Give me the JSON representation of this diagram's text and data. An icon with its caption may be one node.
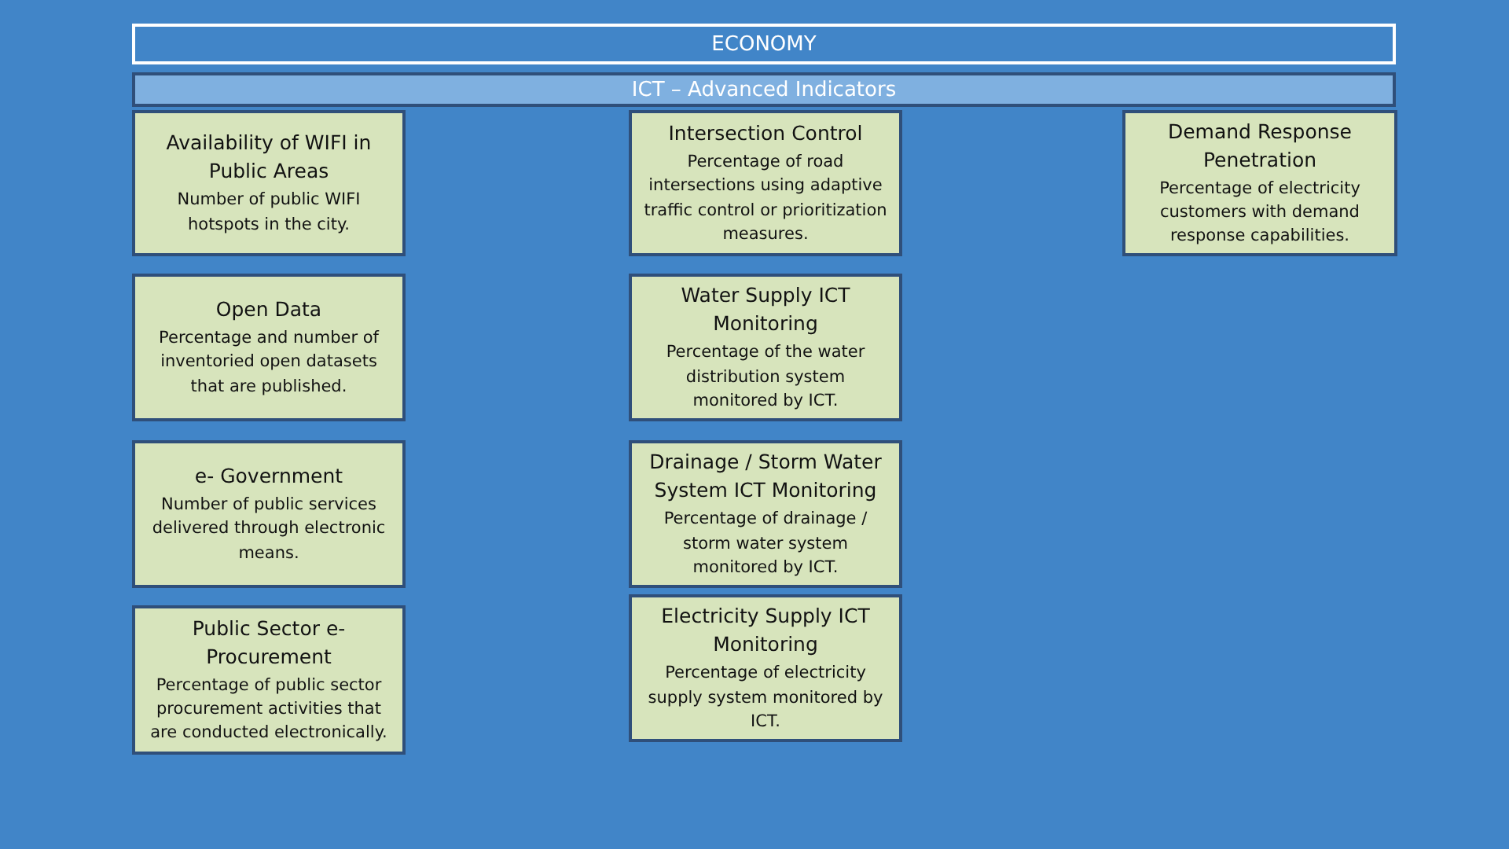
{
  "diagram": {
    "nodes": [
      {
        "text": [
          "ECONOMY"
        ]
      },
      {
        "text": [
          "ICT – Advanced Indicators"
        ]
      },
      {
        "text": [
          "Availability of WIFI in Public Areas",
          "Number of public WIFI hotspots in the city."
        ]
      },
      {
        "text": [
          "Intersection Control",
          "Percentage of road intersections using adaptive traffic control or prioritization measures."
        ]
      },
      {
        "text": [
          "Demand Response Penetration",
          "Percentage of electricity customers with demand response capabilities."
        ]
      },
      {
        "text": [
          "Open Data",
          "Percentage and number of inventoried open datasets that are published."
        ]
      },
      {
        "text": [
          "Water Supply ICT Monitoring",
          "Percentage of the water distribution system monitored by ICT."
        ]
      },
      {
        "text": [
          "e- Government",
          "Number of public services delivered through electronic means."
        ]
      },
      {
        "text": [
          "Drainage / Storm Water System ICT Monitoring",
          "Percentage of drainage / storm water system monitored by ICT."
        ]
      },
      {
        "text": [
          "Public Sector e-Procurement",
          "Percentage of public sector procurement activities that are conducted electronically."
        ]
      },
      {
        "text": [
          "Electricity Supply ICT Monitoring",
          "Percentage of electricity supply system monitored by ICT."
        ]
      }
    ],
    "edges": []
  }
}
